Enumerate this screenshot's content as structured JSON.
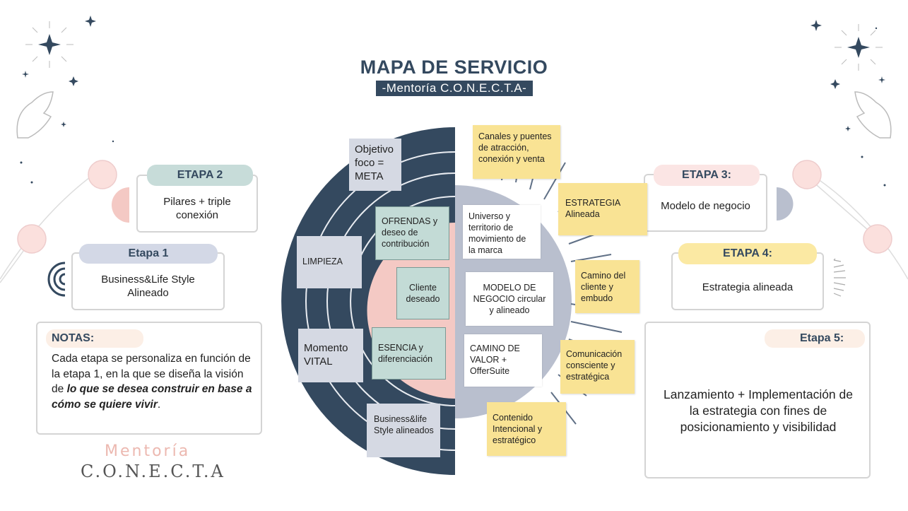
{
  "title": "MAPA DE SERVICIO",
  "subtitle": "-Mentoría C.O.N.E.C.T.A-",
  "stages": {
    "etapa2": {
      "label": "ETAPA 2",
      "text": "Pilares + triple conexión"
    },
    "etapa1": {
      "label": "Etapa 1",
      "text": "Business&Life Style Alineado"
    },
    "etapa3": {
      "label": "ETAPA 3:",
      "text": "Modelo de negocio"
    },
    "etapa4": {
      "label": "ETAPA 4:",
      "text": "Estrategia alineada"
    },
    "etapa5": {
      "label": "Etapa 5:",
      "text": "Lanzamiento + Implementación de la estrategia con fines de posicionamiento y visibilidad"
    }
  },
  "notes": {
    "label": "NOTAS:",
    "text_plain": "Cada etapa se personaliza en función de la etapa 1, en la que se diseña la visión de ",
    "text_emph": "lo que se desea construir en base a cómo se quiere vivir",
    "text_end": "."
  },
  "brand": {
    "line1": "Mentoría",
    "line2": "C.O.N.E.C.T.A"
  },
  "left_half": {
    "objetivo": "Objetivo foco = META",
    "limpieza": "LIMPIEZA",
    "momento": "Momento VITAL",
    "ofrendas": "OFRENDAS y deseo de contribución",
    "cliente": "Cliente deseado",
    "esencia": "ESENCIA y diferenciación",
    "business": "Business&life Style alineados"
  },
  "right_half": {
    "universo": "Universo y territorio de movimiento de la marca",
    "modelo": "MODELO DE NEGOCIO circular y alineado",
    "camino_valor": "CAMINO DE VALOR + OfferSuite"
  },
  "stickies": {
    "canales": "Canales y puentes de atracción, conexión y venta",
    "estrategia": "ESTRATEGIA Alineada",
    "camino_cliente": "Camino del cliente y embudo",
    "comunicacion": "Comunicación consciente y estratégica",
    "contenido": "Contenido Intencional y estratégico"
  },
  "colors": {
    "navy": "#34495f",
    "pink": "#f4c9c4",
    "grey": "#b9bfce",
    "yellow": "#f9e394",
    "teal": "#c3dbd6",
    "etapa2_pill": "#c7dcd9",
    "etapa1_pill": "#d3d8e6",
    "etapa3_pill": "#fbe5e4",
    "etapa4_pill": "#fbe9a3",
    "etapa5_pill": "#fcefe6"
  }
}
